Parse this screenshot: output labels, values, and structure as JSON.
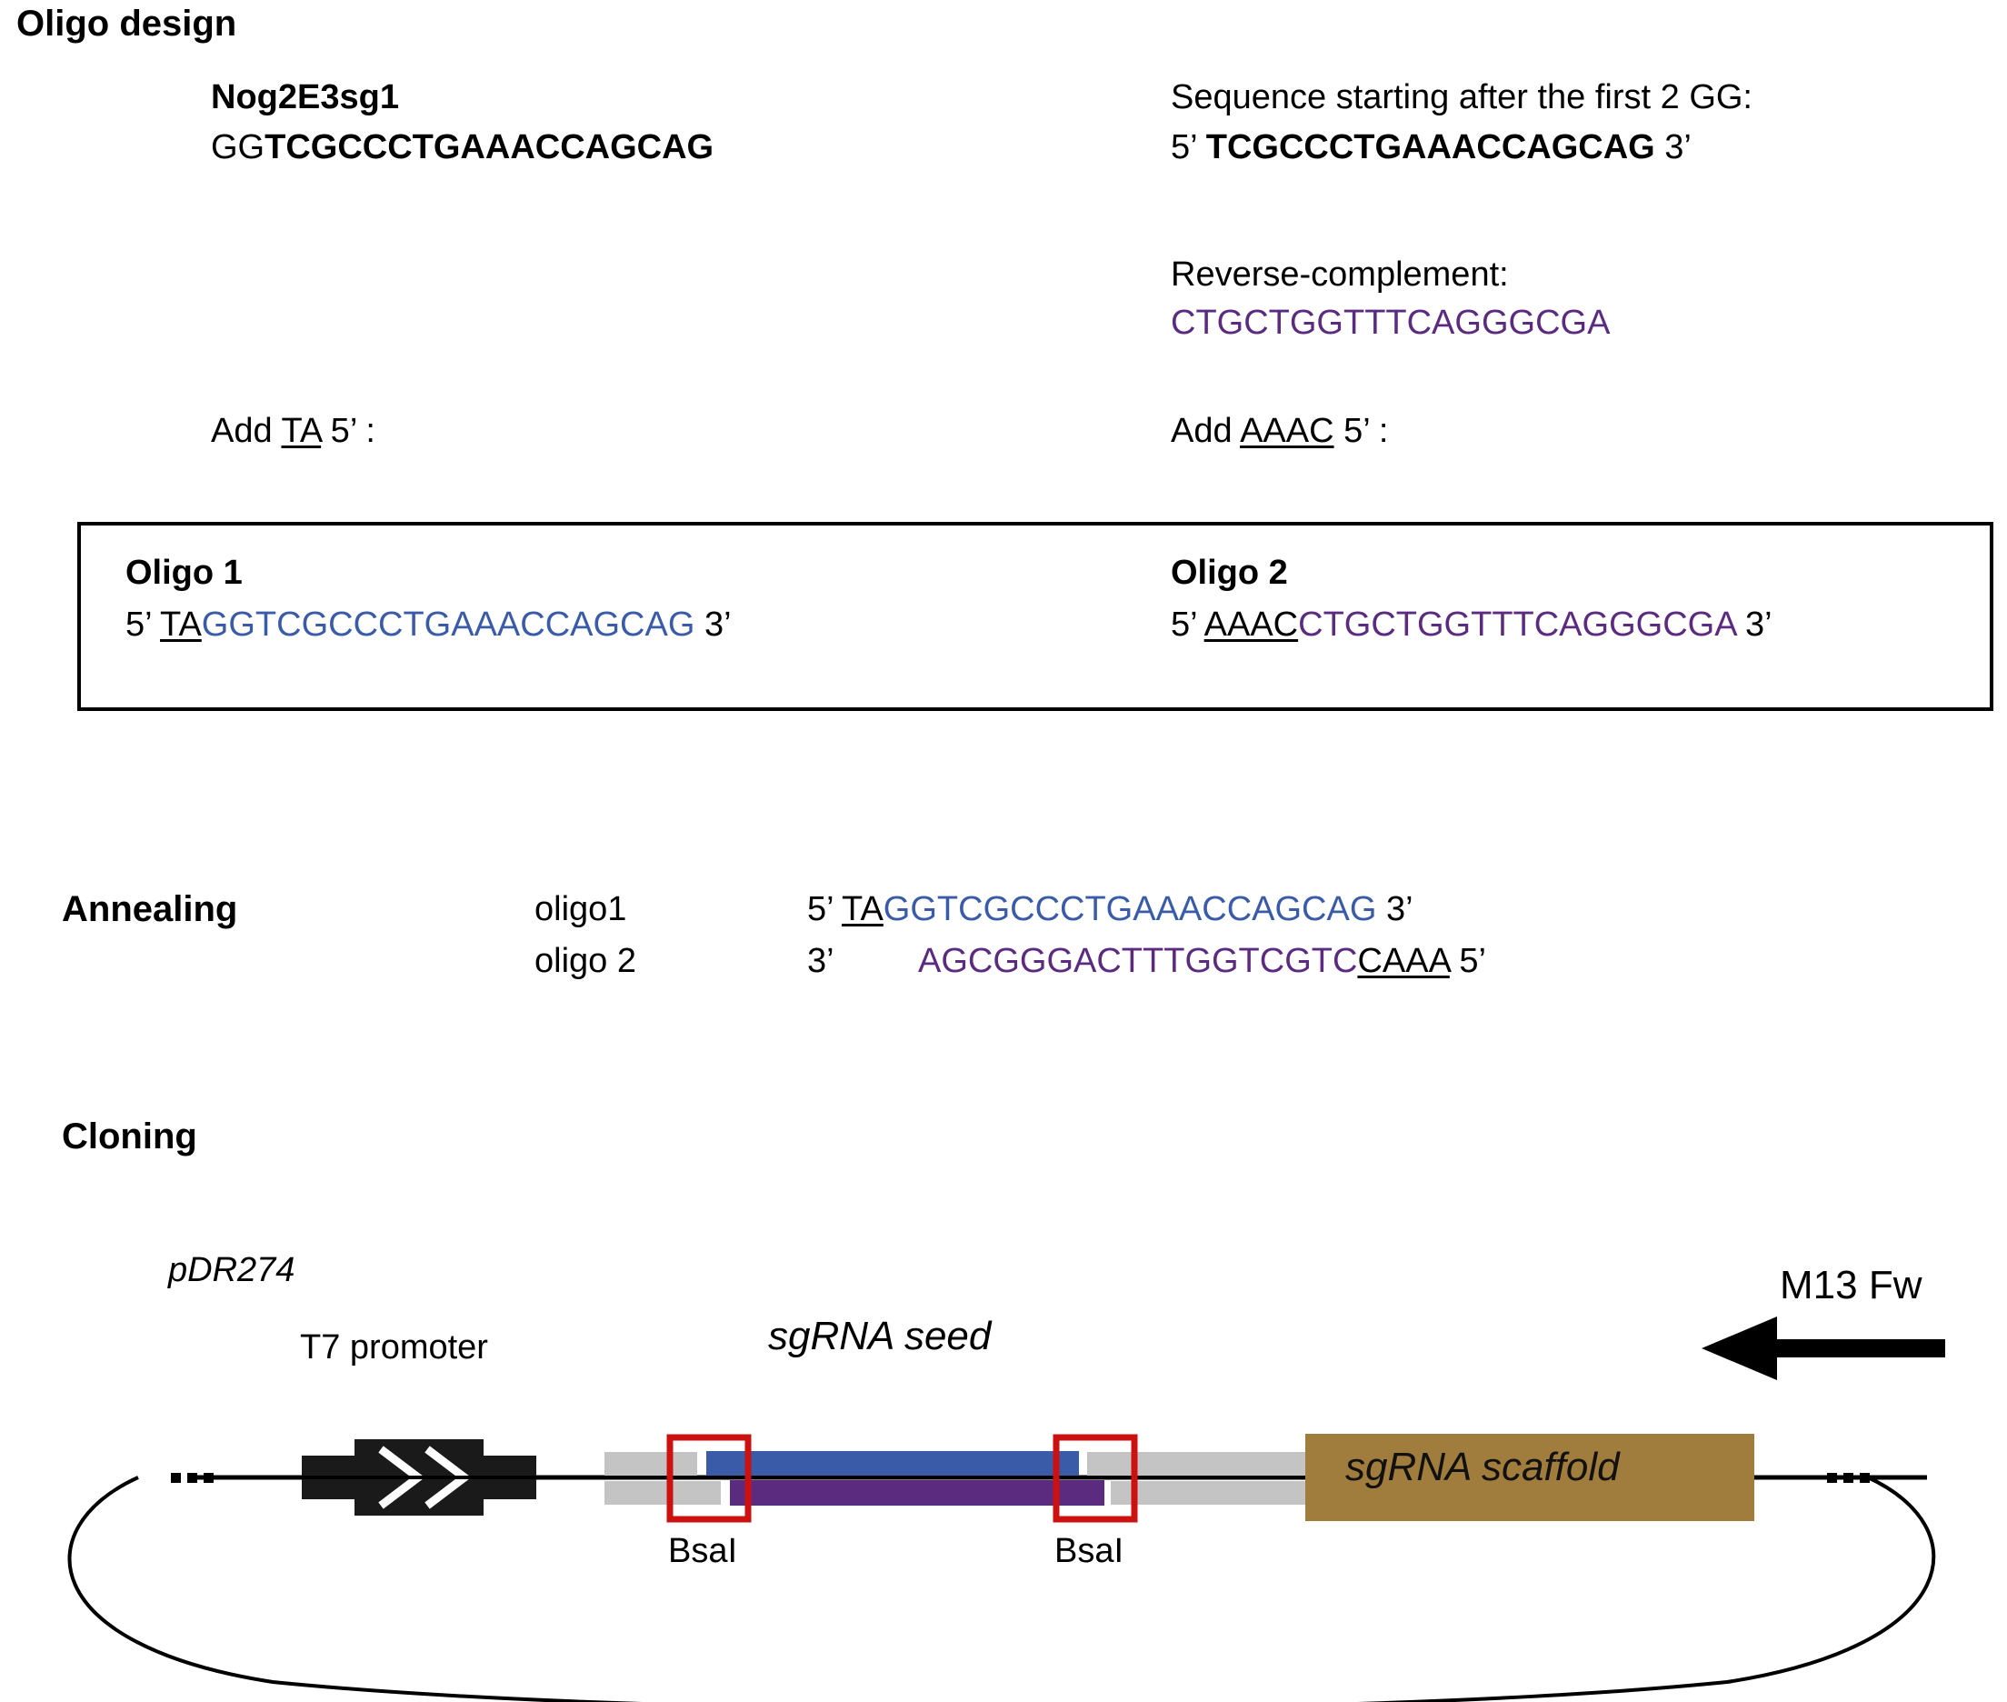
{
  "sections": {
    "oligo_design": "Oligo design",
    "annealing": "Annealing",
    "cloning": "Cloning"
  },
  "oligo_design": {
    "target": {
      "name": "Nog2E3sg1",
      "prefix": "GG",
      "sequence": "TCGCCCTGAAACCAGCAG"
    },
    "right": {
      "caption": "Sequence starting after the first 2 GG:",
      "five_prime": "5’",
      "sequence": "TCGCCCTGAAACCAGCAG",
      "three_prime": "3’",
      "revcomp_caption": "Reverse-complement:",
      "revcomp_sequence": "CTGCTGGTTTCAGGGCGA"
    },
    "add_left": {
      "pre": "Add ",
      "overhang": "TA",
      "post": " 5’ :"
    },
    "add_right": {
      "pre": "Add ",
      "overhang": "AAAC",
      "post": " 5’ :"
    }
  },
  "oligo_box": {
    "oligo1": {
      "title": "Oligo 1",
      "five_prime": "5’ ",
      "overhang": "TA",
      "sequence": "GGTCGCCCTGAAACCAGCAG",
      "three_prime": " 3’"
    },
    "oligo2": {
      "title": "Oligo 2",
      "five_prime": "5’ ",
      "overhang": "AAAC",
      "sequence": "CTGCTGGTTTCAGGGCGA",
      "three_prime": " 3’"
    }
  },
  "annealing": {
    "row1": {
      "name": "oligo1",
      "end_left": "5’ ",
      "overhang": "TA",
      "sequence": "GGTCGCCCTGAAACCAGCAG",
      "end_right": " 3’"
    },
    "row2": {
      "name": "oligo 2",
      "end_left": "3’",
      "sequence": "AGCGGGACTTTGGTCGTC",
      "overhang": "CAAA",
      "end_right": " 5’"
    }
  },
  "cloning": {
    "plasmid_name": "pDR274",
    "t7_promoter_label": "T7 promoter",
    "sgrna_seed_label": "sgRNA seed",
    "sgrna_scaffold_label": "sgRNA scaffold",
    "bsai_left_label": "BsaI",
    "bsai_right_label": "BsaI",
    "m13_label": "M13 Fw",
    "ellipsis_left": "...",
    "ellipsis_right": "...",
    "colors": {
      "top_strand": "#3a5ba8",
      "bottom_strand": "#5b2b80",
      "restriction_site": "#cc1111",
      "scaffold_fill": "#a07d3c",
      "flank_gray": "#c4c4c4",
      "backbone": "#000000"
    }
  }
}
